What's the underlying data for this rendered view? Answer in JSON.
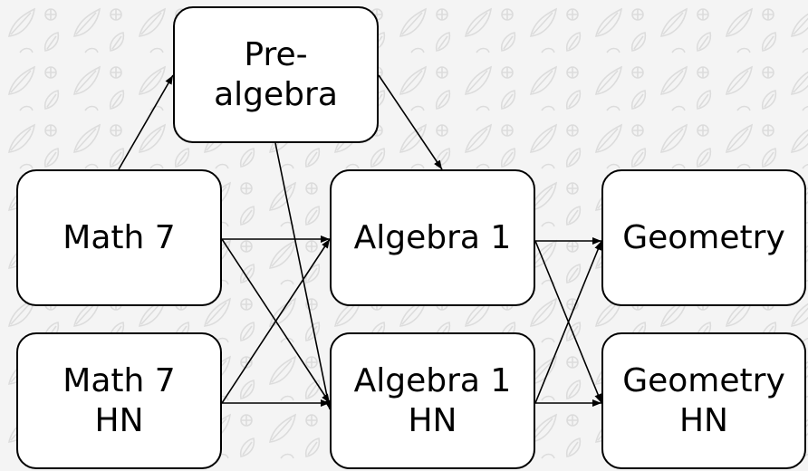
{
  "diagram": {
    "nodes": [
      {
        "id": "prealgebra",
        "label": "Pre-\nalgebra"
      },
      {
        "id": "math7",
        "label": "Math 7"
      },
      {
        "id": "math7hn",
        "label": "Math 7\nHN"
      },
      {
        "id": "alg1",
        "label": "Algebra 1"
      },
      {
        "id": "alg1hn",
        "label": "Algebra 1\nHN"
      },
      {
        "id": "geo",
        "label": "Geometry"
      },
      {
        "id": "geohn",
        "label": "Geometry\nHN"
      }
    ],
    "edges": [
      {
        "from": "math7",
        "to": "prealgebra"
      },
      {
        "from": "prealgebra",
        "to": "alg1"
      },
      {
        "from": "prealgebra",
        "to": "alg1hn"
      },
      {
        "from": "math7",
        "to": "alg1"
      },
      {
        "from": "math7",
        "to": "alg1hn"
      },
      {
        "from": "math7hn",
        "to": "alg1"
      },
      {
        "from": "math7hn",
        "to": "alg1hn"
      },
      {
        "from": "alg1",
        "to": "geo"
      },
      {
        "from": "alg1",
        "to": "geohn"
      },
      {
        "from": "alg1hn",
        "to": "geo"
      },
      {
        "from": "alg1hn",
        "to": "geohn"
      }
    ],
    "colors": {
      "background": "#f4f4f4",
      "pattern": "#dcdcdc",
      "node_fill": "#ffffff",
      "stroke": "#000000"
    }
  }
}
